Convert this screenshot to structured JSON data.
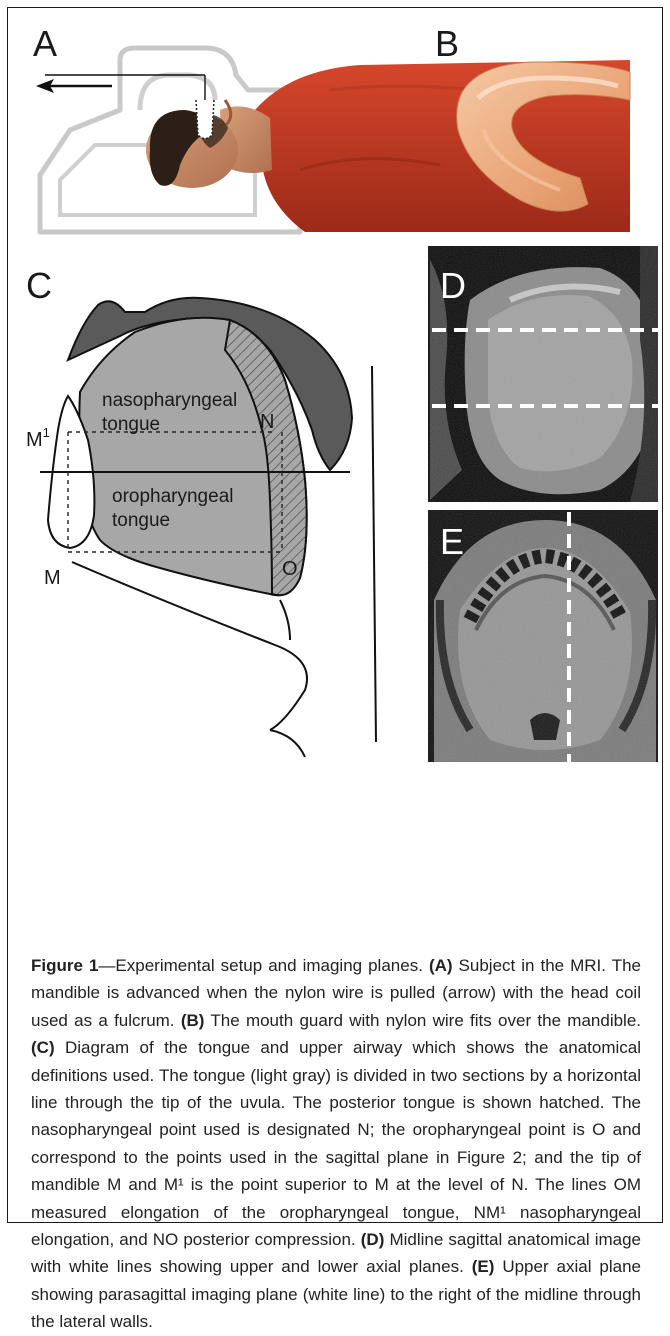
{
  "panels": {
    "a": {
      "letter": "A"
    },
    "b": {
      "letter": "B"
    },
    "c": {
      "letter": "C",
      "label_nasopharyngeal": "nasopharyngeal",
      "label_naso_tongue": "tongue",
      "label_oropharyngeal": "oropharyngeal",
      "label_oro_tongue": "tongue",
      "point_n": "N",
      "point_o": "O",
      "point_m": "M",
      "point_m1_base": "M",
      "point_m1_sup": "1"
    },
    "d": {
      "letter": "D"
    },
    "e": {
      "letter": "E"
    }
  },
  "caption": {
    "lead": "Figure 1",
    "lead_text": "—Experimental setup and imaging planes. ",
    "a_tag": "(A)",
    "a_text": " Subject in the MRI. The mandible is advanced when the nylon wire is pulled (arrow) with the head coil used as a fulcrum. ",
    "b_tag": "(B)",
    "b_text": " The mouth guard with nylon wire fits over the mandible. ",
    "c_tag": "(C)",
    "c_text": " Diagram of the tongue and upper airway which shows the anatomical definitions used. The tongue (light gray) is divided in two sections by a horizontal line through the tip of the uvula. The posterior tongue is shown hatched. The nasopharyngeal point used is designated N; the oropharyngeal point is O and correspond to the points used in the sagittal plane in Figure 2; and the tip of mandible M and M¹ is the point superior to M at the level of N. The lines OM measured elongation of the oropharyngeal tongue, NM¹ nasopharyngeal elongation, and NO posterior compression. ",
    "d_tag": "(D)",
    "d_text": " Midline sagittal anatomical image with white lines showing upper and lower axial planes. ",
    "e_tag": "(E)",
    "e_text": " Upper axial plane showing parasagittal imaging plane (white line) to the right of the midline through the lateral walls."
  }
}
